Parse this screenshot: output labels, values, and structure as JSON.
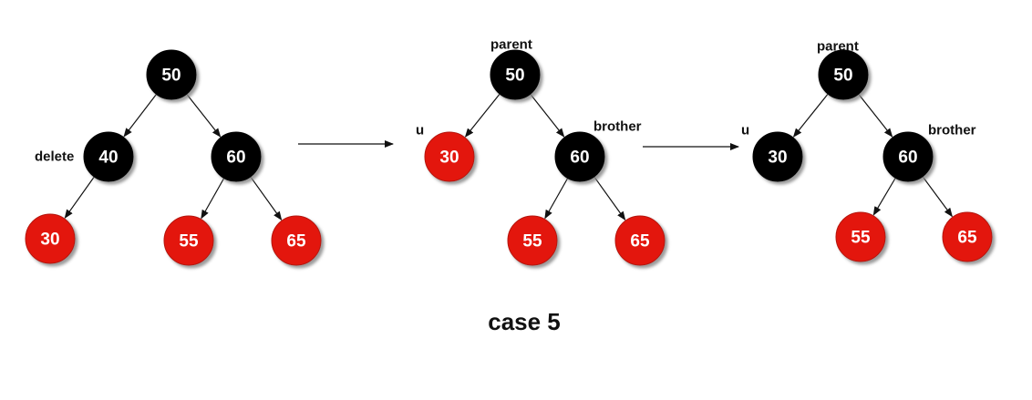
{
  "colors": {
    "black_node": "#000000",
    "red_node": "#e3190c",
    "red_stroke": "#b51208",
    "node_text": "#ffffff",
    "shadow": "#9a9a9a"
  },
  "trees": [
    {
      "nodes": [
        {
          "id": "t1-50",
          "value": "50",
          "color": "black"
        },
        {
          "id": "t1-40",
          "value": "40",
          "color": "black"
        },
        {
          "id": "t1-60",
          "value": "60",
          "color": "black"
        },
        {
          "id": "t1-30",
          "value": "30",
          "color": "red"
        },
        {
          "id": "t1-55",
          "value": "55",
          "color": "red"
        },
        {
          "id": "t1-65",
          "value": "65",
          "color": "red"
        }
      ],
      "edges": [
        [
          "t1-50",
          "t1-40"
        ],
        [
          "t1-50",
          "t1-60"
        ],
        [
          "t1-40",
          "t1-30"
        ],
        [
          "t1-60",
          "t1-55"
        ],
        [
          "t1-60",
          "t1-65"
        ]
      ],
      "labels": [
        {
          "id": "lbl-delete",
          "text": "delete"
        }
      ]
    },
    {
      "nodes": [
        {
          "id": "t2-50",
          "value": "50",
          "color": "black"
        },
        {
          "id": "t2-30",
          "value": "30",
          "color": "red"
        },
        {
          "id": "t2-60",
          "value": "60",
          "color": "black"
        },
        {
          "id": "t2-55",
          "value": "55",
          "color": "red"
        },
        {
          "id": "t2-65",
          "value": "65",
          "color": "red"
        }
      ],
      "edges": [
        [
          "t2-50",
          "t2-30"
        ],
        [
          "t2-50",
          "t2-60"
        ],
        [
          "t2-60",
          "t2-55"
        ],
        [
          "t2-60",
          "t2-65"
        ]
      ],
      "labels": [
        {
          "id": "lbl-parent-2",
          "text": "parent"
        },
        {
          "id": "lbl-u-2",
          "text": "u"
        },
        {
          "id": "lbl-brother-2",
          "text": "brother"
        }
      ]
    },
    {
      "nodes": [
        {
          "id": "t3-50",
          "value": "50",
          "color": "black"
        },
        {
          "id": "t3-30",
          "value": "30",
          "color": "black"
        },
        {
          "id": "t3-60",
          "value": "60",
          "color": "black"
        },
        {
          "id": "t3-55",
          "value": "55",
          "color": "red"
        },
        {
          "id": "t3-65",
          "value": "65",
          "color": "red"
        }
      ],
      "edges": [
        [
          "t3-50",
          "t3-30"
        ],
        [
          "t3-50",
          "t3-60"
        ],
        [
          "t3-60",
          "t3-55"
        ],
        [
          "t3-60",
          "t3-65"
        ]
      ],
      "labels": [
        {
          "id": "lbl-parent-3",
          "text": "parent"
        },
        {
          "id": "lbl-u-3",
          "text": "u"
        },
        {
          "id": "lbl-brother-3",
          "text": "brother"
        }
      ]
    }
  ],
  "transitions": [
    {
      "id": "arrow-1"
    },
    {
      "id": "arrow-2"
    }
  ],
  "caption": "case 5"
}
